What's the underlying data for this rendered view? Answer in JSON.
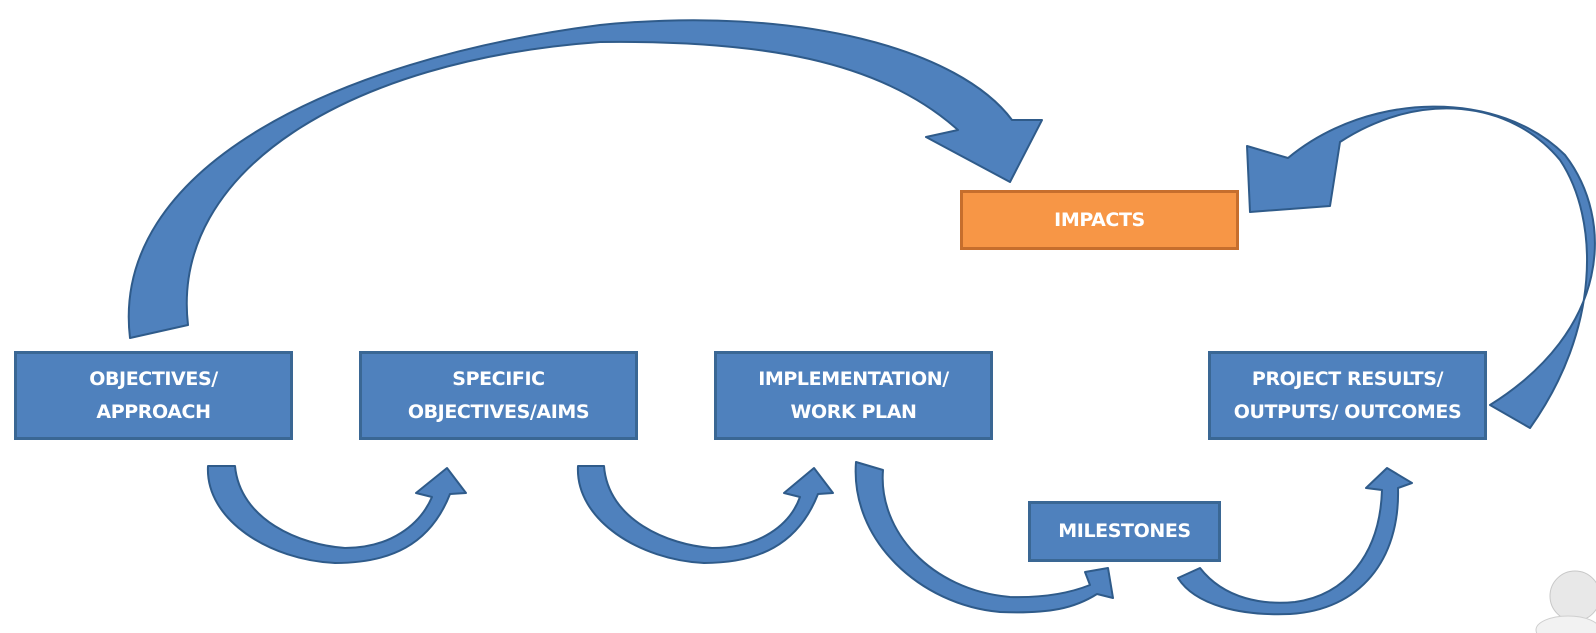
{
  "colors": {
    "box_fill": "#4f81bd",
    "box_border": "#3a6794",
    "arrow_fill": "#4f81bd",
    "arrow_stroke": "#2f5b8a",
    "impacts_fill": "#f79646",
    "impacts_border": "#c66e2d",
    "text": "#ffffff"
  },
  "boxes": {
    "objectives": {
      "line1": "OBJECTIVES/",
      "line2": "APPROACH"
    },
    "specific": {
      "line1": "SPECIFIC",
      "line2": "OBJECTIVES/AIMS"
    },
    "implementation": {
      "line1": "IMPLEMENTATION/",
      "line2": "WORK PLAN"
    },
    "results": {
      "line1": "PROJECT RESULTS/",
      "line2": "OUTPUTS/ OUTCOMES"
    },
    "impacts": {
      "label": "IMPACTS"
    },
    "milestones": {
      "label": "MILESTONES"
    }
  },
  "figure_icon": "person-figure-icon"
}
